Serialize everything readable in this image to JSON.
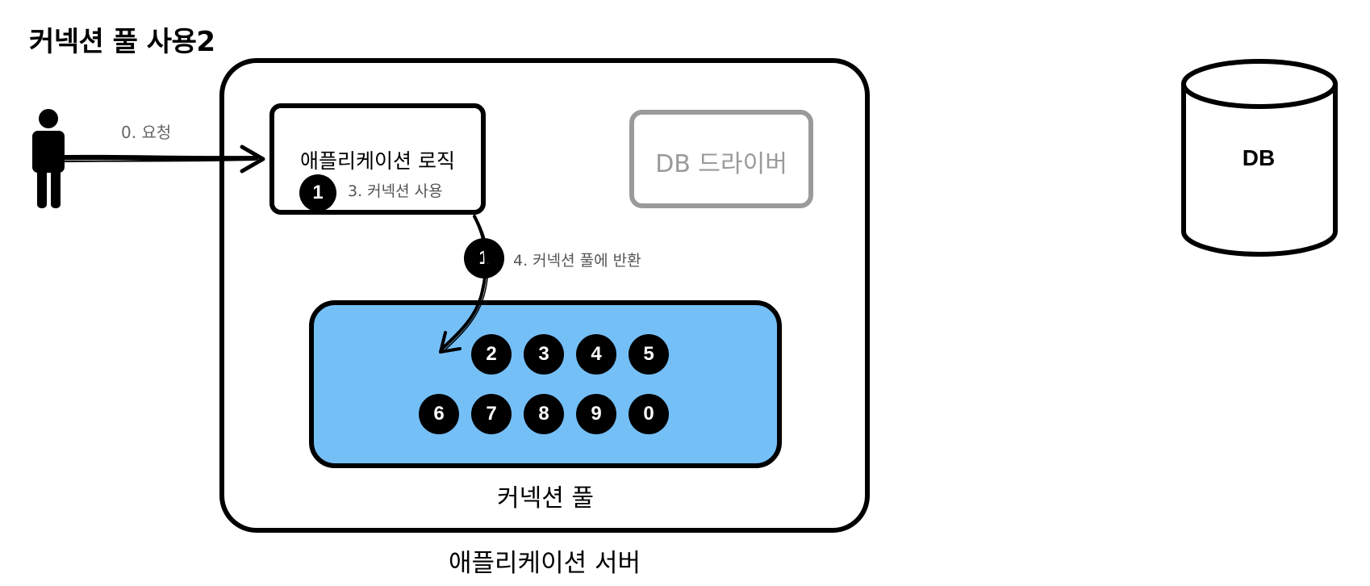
{
  "title": "커넥션 풀 사용2",
  "server": {
    "label": "애플리케이션 서버"
  },
  "logic": {
    "label": "애플리케이션 로직",
    "step_note": "3. 커넥션 사용",
    "connection_number": "1"
  },
  "driver": {
    "label": "DB 드라이버"
  },
  "request": {
    "note": "0. 요청"
  },
  "return_step": {
    "note": "4. 커넥션 풀에 반환",
    "connection_number": "1"
  },
  "pool": {
    "label": "커넥션 풀",
    "row1": [
      "2",
      "3",
      "4",
      "5"
    ],
    "row2": [
      "6",
      "7",
      "8",
      "9",
      "0"
    ]
  },
  "database": {
    "label": "DB"
  },
  "colors": {
    "pool_fill": "#75bff7",
    "driver_gray": "#9a9a9a",
    "note_gray": "#555555"
  }
}
